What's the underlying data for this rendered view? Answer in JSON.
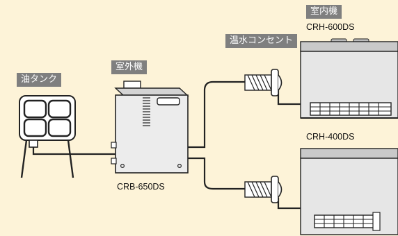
{
  "labels": {
    "oil_tank": "油タンク",
    "outdoor_unit": "室外機",
    "hot_water_outlet": "温水コンセント",
    "indoor_unit": "室内機"
  },
  "models": {
    "outdoor": "CRB-650DS",
    "indoor_top": "CRH-600DS",
    "indoor_bottom": "CRH-400DS"
  },
  "colors": {
    "background": "#fdf3d8",
    "tag_bg": "#7f7f7f",
    "line": "#222222",
    "device_body": "#e6e6e6",
    "device_top": "#c9c9c9"
  }
}
